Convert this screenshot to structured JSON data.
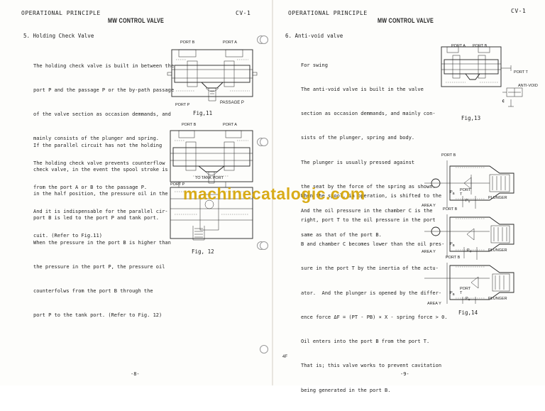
{
  "left_page": {
    "header": "OPERATIONAL PRINCIPLE",
    "title": "MW CONTROL VALVE",
    "code": "CV-1",
    "section": "5.   Holding Check Valve",
    "para1": [
      "The holding check valve is built in between the",
      "port P and the passage P or the by-path passage",
      "of the valve section as occasion demmands, and",
      "mainly consists of the plunger and spring.",
      "The holding check valve prevents counterflow",
      "from the port A or B to the passage P.",
      "And it is indispensable for the parallel cir-",
      "cuit. (Refer to Fig.11)"
    ],
    "para2": [
      "If the parallel circuit has not the holding",
      "check valve, in the event the spool stroke is",
      "in the half position, the pressure oil in the",
      "port B is led to the port P and tank port.",
      "When the pressure in the port B is higher than",
      "the pressure in the port P, the pressure oil",
      "counterfolws from the port B through the",
      "port P to the tank port. (Refer to Fig. 12)"
    ],
    "fig11": {
      "caption": "Fig,11",
      "labels": {
        "port_b": "PORT  B",
        "port_a": "PORT  A",
        "port_p": "PORT  P",
        "passage_p": "PASSAGE P"
      }
    },
    "fig12": {
      "caption": "Fig,  12",
      "labels": {
        "port_b": "PORT  B",
        "port_a": "PORT  A",
        "port_p": "PORT  P",
        "to_tank": "TO TANK PORT"
      }
    },
    "page_number": "-8-"
  },
  "right_page": {
    "header": "OPERATIONAL PRINCIPLE",
    "title": "MW CONTROL VALVE",
    "code": "CV-1",
    "section": "6.   Anti-void valve",
    "para1": [
      "For swing",
      "The anti-void valve is built in the valve",
      "section as occasion demmands, and mainly con-",
      "sists of the plunger, spring and body.",
      "The plunger is usually pressed against",
      "the seat by the force of the spring as shown.",
      "And the oil pressure in the chamber C is the",
      "same as that of the port B."
    ],
    "para2": [
      "When the spool, in operation, is shifted to the",
      "right, port T to the oil pressure in the port",
      "B and chamber C becomes lower than the oil pres-",
      "sure in the port T by the inertia of the actu-",
      "ator.  And the plunger is opened by the differ-",
      "ence force ΔF = (PT - PB) × X - spring force > 0.",
      "Oil enters into the port B from the port T.",
      "That is; this valve works to prevent cavitation",
      "being generated in the port B."
    ],
    "fig13": {
      "caption": "Fig,13",
      "labels": {
        "port_a": "PORT A",
        "port_b": "PORT B",
        "port_t": "PORT T",
        "anti_void": "ANTI-VOID"
      }
    },
    "fig14": {
      "caption": "Fig,14",
      "labels": {
        "port_b": "PORT B",
        "area_y": "AREA Y",
        "pb": "P",
        "pb_sub": "B",
        "pt": "P",
        "pt_sub": "T",
        "port_t": "PORT",
        "port_t2": "T",
        "plunger": "PLUNGER"
      }
    },
    "mark": "4F",
    "page_number": "-9-"
  },
  "watermark": "machinecatalogic.com"
}
